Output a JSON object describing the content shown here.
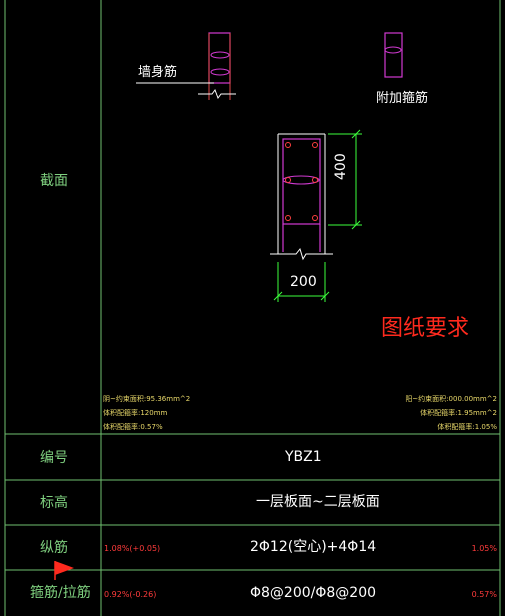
{
  "labels": {
    "section": "截面",
    "number": "编号",
    "elevation": "标高",
    "longitudinal": "纵筋",
    "stirrup": "箍筋/拉筋"
  },
  "drawing": {
    "wall_rebar": "墙身筋",
    "extra_stirrup": "附加箍筋",
    "dim_width": "200",
    "dim_height": "400",
    "left_notes": [
      "阴~约束面积:95.36mm^2",
      "体积配箍率:120mm",
      "体积配箍率:0.57%"
    ],
    "right_notes": [
      "阳~约束面积:000.00mm^2",
      "体积配箍率:1.95mm^2",
      "体积配箍率:1.05%"
    ],
    "requirement": "图纸要求"
  },
  "rows": {
    "number_value": "YBZ1",
    "elevation_value": "一层板面~二层板面",
    "longitudinal_value": "2Φ12(空心)+4Φ14",
    "longitudinal_left": "1.08%(+0.05)",
    "longitudinal_right": "1.05%",
    "stirrup_value": "Φ8@200/Φ8@200",
    "stirrup_left": "0.92%(-0.26)",
    "stirrup_right": "0.57%"
  },
  "colors": {
    "grid": "#7fd07f",
    "rebar": "#d23ad2",
    "dimension": "#3cff3c",
    "red": "#ff2a1e"
  }
}
